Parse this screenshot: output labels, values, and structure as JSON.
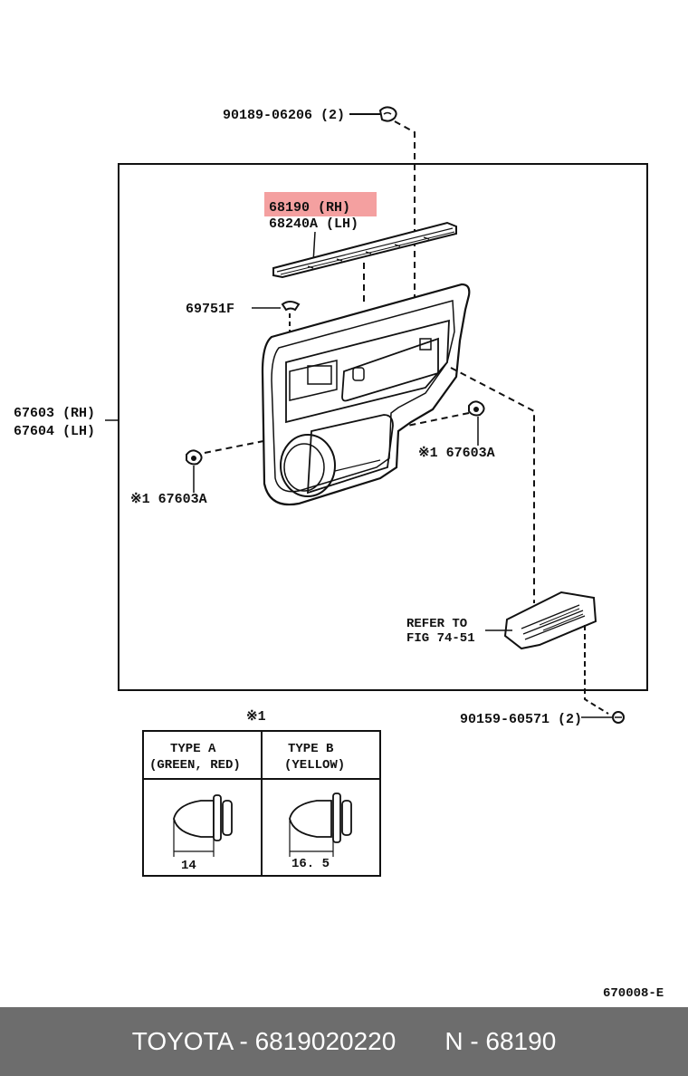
{
  "labels": {
    "clip_top": "90189-06206 (2)",
    "moulding_rh": "68190  (RH)",
    "moulding_lh": "68240A (LH)",
    "clip_69751": "69751F",
    "panel_rh": "67603 (RH)",
    "panel_lh": "67604 (LH)",
    "clip_right": "※1 67603A",
    "clip_left": "※1 67603A",
    "refer_line1": "REFER TO",
    "refer_line2": "FIG 74-51",
    "screw": "90159-60571 (2)",
    "note_mark": "※1"
  },
  "type_table": {
    "type_a_title": "TYPE  A",
    "type_a_sub": "(GREEN, RED)",
    "type_b_title": "TYPE  B",
    "type_b_sub": "(YELLOW)",
    "type_a_dim": "14",
    "type_b_dim": "16. 5"
  },
  "diagram_code": "670008-E",
  "highlight_color": "#f08080",
  "footer": {
    "brand_part": "TOYOTA - 6819020220",
    "ref": "N - 68190"
  }
}
